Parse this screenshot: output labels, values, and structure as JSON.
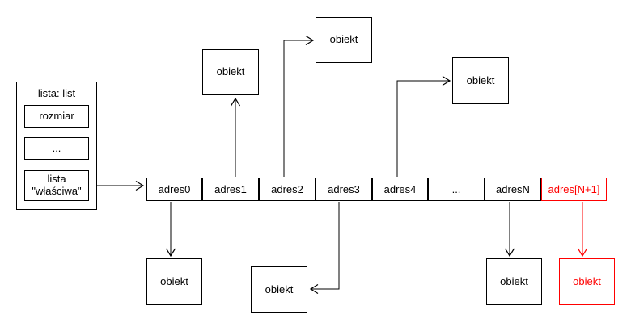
{
  "diagram": {
    "title_hint": "list structure with address array pointing to objects",
    "colors": {
      "line": "#000000",
      "highlight": "#ff0000",
      "background": "#ffffff"
    },
    "list_struct": {
      "title": "lista: list",
      "fields": [
        {
          "label": "rozmiar"
        },
        {
          "label": "..."
        },
        {
          "label": "lista\n\"właściwa\""
        }
      ]
    },
    "array": {
      "cells": [
        {
          "label": "adres0",
          "color": "#000000"
        },
        {
          "label": "adres1",
          "color": "#000000"
        },
        {
          "label": "adres2",
          "color": "#000000"
        },
        {
          "label": "adres3",
          "color": "#000000"
        },
        {
          "label": "adres4",
          "color": "#000000"
        },
        {
          "label": "...",
          "color": "#000000"
        },
        {
          "label": "adresN",
          "color": "#000000"
        },
        {
          "label": "adres[N+1]",
          "color": "#ff0000"
        }
      ]
    },
    "objects": {
      "top": [
        {
          "label": "obiekt",
          "color": "#000000",
          "linked_cell": "adres1"
        },
        {
          "label": "obiekt",
          "color": "#000000",
          "linked_cell": "adres2"
        },
        {
          "label": "obiekt",
          "color": "#000000",
          "linked_cell": "adres4"
        }
      ],
      "bottom": [
        {
          "label": "obiekt",
          "color": "#000000",
          "linked_cell": "adres0"
        },
        {
          "label": "obiekt",
          "color": "#000000",
          "linked_cell": "adres3"
        },
        {
          "label": "obiekt",
          "color": "#000000",
          "linked_cell": "adresN"
        },
        {
          "label": "obiekt",
          "color": "#ff0000",
          "linked_cell": "adres[N+1]"
        }
      ]
    }
  }
}
